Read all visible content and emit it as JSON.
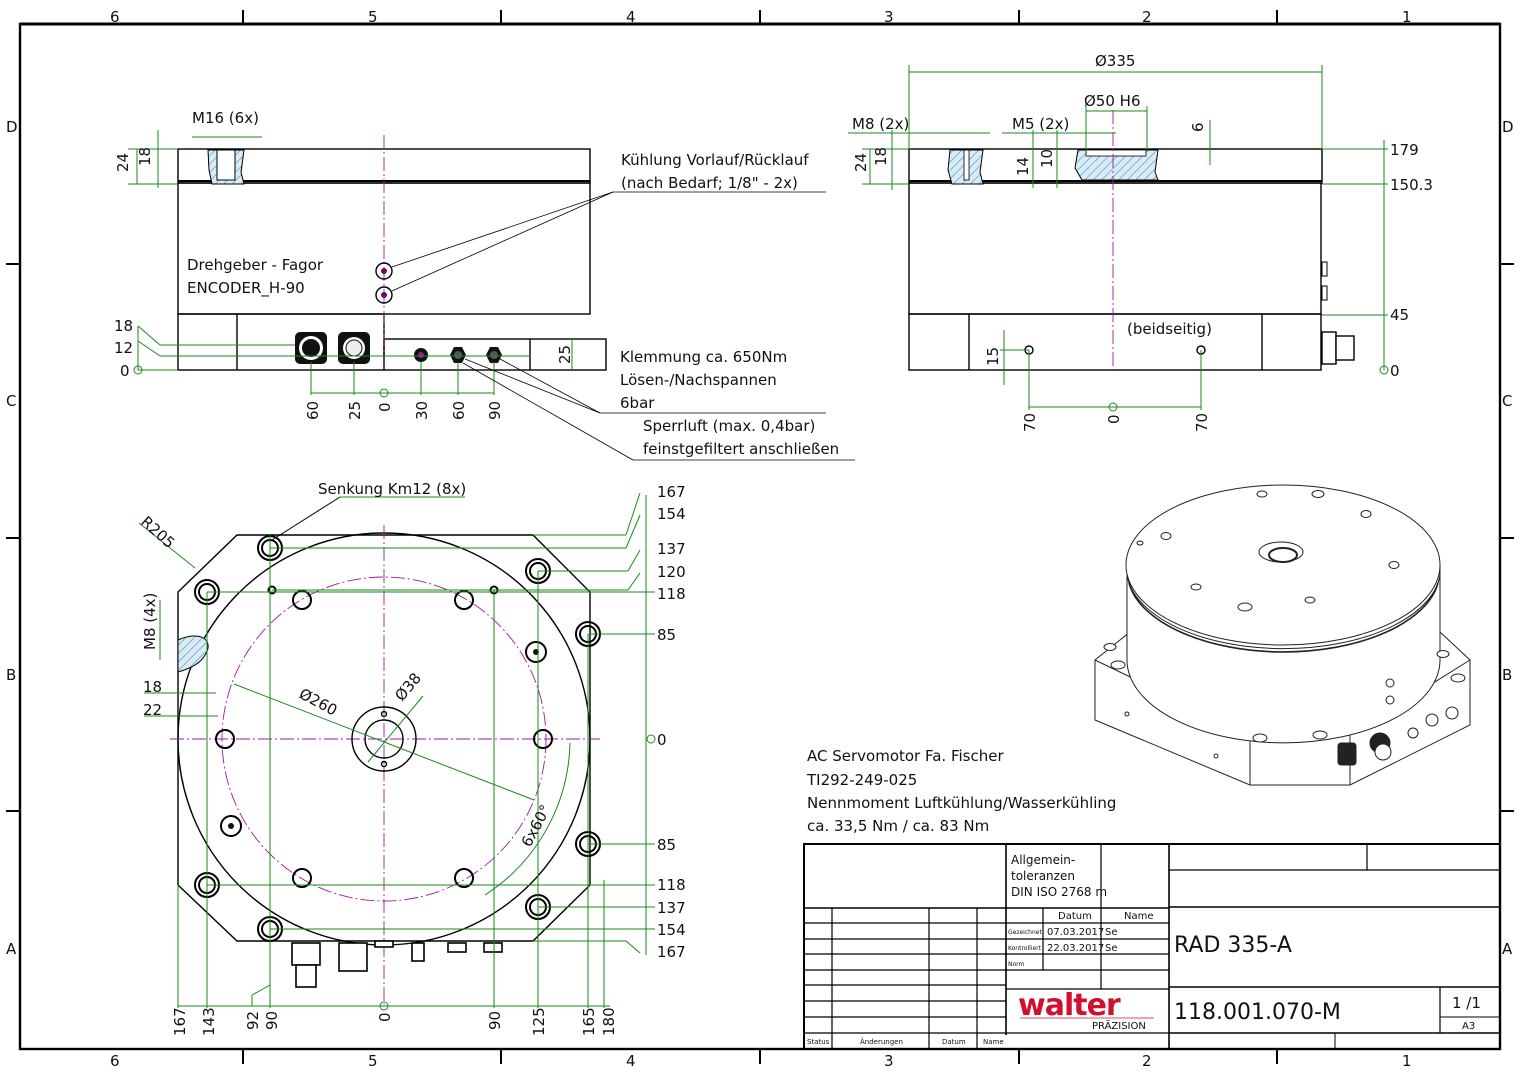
{
  "sheet": {
    "zones_columns": [
      "6",
      "5",
      "4",
      "3",
      "2",
      "1"
    ],
    "zones_rows": [
      "D",
      "C",
      "B",
      "A"
    ]
  },
  "side_view_left": {
    "thread_label": "M16 (6x)",
    "dim_24": "24",
    "dim_18": "18",
    "encoder_line1": "Drehgeber - Fagor",
    "encoder_line2": "ENCODER_H-90",
    "cooling_line1": "Kühlung Vorlauf/Rücklauf",
    "cooling_line2": "(nach Bedarf; 1/8\" - 2x)",
    "clamp_line1": "Klemmung ca. 650Nm",
    "clamp_line2": "Lösen-/Nachspannen",
    "clamp_line3": "6bar",
    "air_line1": "Sperrluft (max. 0,4bar)",
    "air_line2": "feinstgefiltert anschließen",
    "vert_dims": [
      "18",
      "12",
      "0"
    ],
    "dim_25": "25",
    "horiz_dims": [
      "60",
      "25",
      "0",
      "30",
      "60",
      "90"
    ]
  },
  "side_view_right": {
    "dia_335": "Ø335",
    "dia_50": "Ø50 H6",
    "m8": "M8 (2x)",
    "m5": "M5 (2x)",
    "dim_6": "6",
    "dim_24": "24",
    "dim_18": "18",
    "dim_14": "14",
    "dim_10": "10",
    "heights": [
      "179",
      "150.3",
      "45",
      "0"
    ],
    "beidseitig": "(beidseitig)",
    "dim_15": "15",
    "horiz_dims": [
      "70",
      "0",
      "70"
    ]
  },
  "top_view": {
    "senkung": "Senkung Km12 (8x)",
    "r205": "R205",
    "m8_4x": "M8 (4x)",
    "dim_18": "18",
    "dim_22": "22",
    "dia_260": "Ø260",
    "dia_38": "Ø38",
    "angle": "6x60°",
    "right_dims": [
      "167",
      "154",
      "137",
      "120",
      "118",
      "85",
      "0",
      "85",
      "118",
      "137",
      "154",
      "167"
    ],
    "bottom_dims": [
      "167",
      "143",
      "92",
      "90",
      "0",
      "90",
      "125",
      "165",
      "180"
    ]
  },
  "notes": {
    "line1": "AC Servomotor Fa. Fischer",
    "line2": "TI292-249-025",
    "line3": "Nennmoment Luftkühlung/Wasserkühling",
    "line4": "ca. 33,5 Nm / ca. 83 Nm"
  },
  "title_block": {
    "tolerance_line1": "Allgemein-",
    "tolerance_line2": "toleranzen",
    "tolerance_line3": "DIN ISO 2768 m",
    "col_datum": "Datum",
    "col_name": "Name",
    "row_gezeichnet": "Gezeichnet",
    "row_kontrolliert": "Kontrolliert",
    "row_norm": "Norm",
    "gezeichnet_date": "07.03.2017",
    "gezeichnet_name": "Se",
    "kontrolliert_date": "22.03.2017",
    "kontrolliert_name": "Se",
    "rev_status": "Status",
    "rev_changes": "Änderungen",
    "rev_datum": "Datum",
    "rev_name": "Name",
    "logo_main": "walter",
    "logo_sub": "PRÄZISION",
    "logo_color": "#d0102e",
    "title": "RAD 335-A",
    "drawing_number": "118.001.070-M",
    "sheet": "1 /1",
    "format": "A3"
  }
}
